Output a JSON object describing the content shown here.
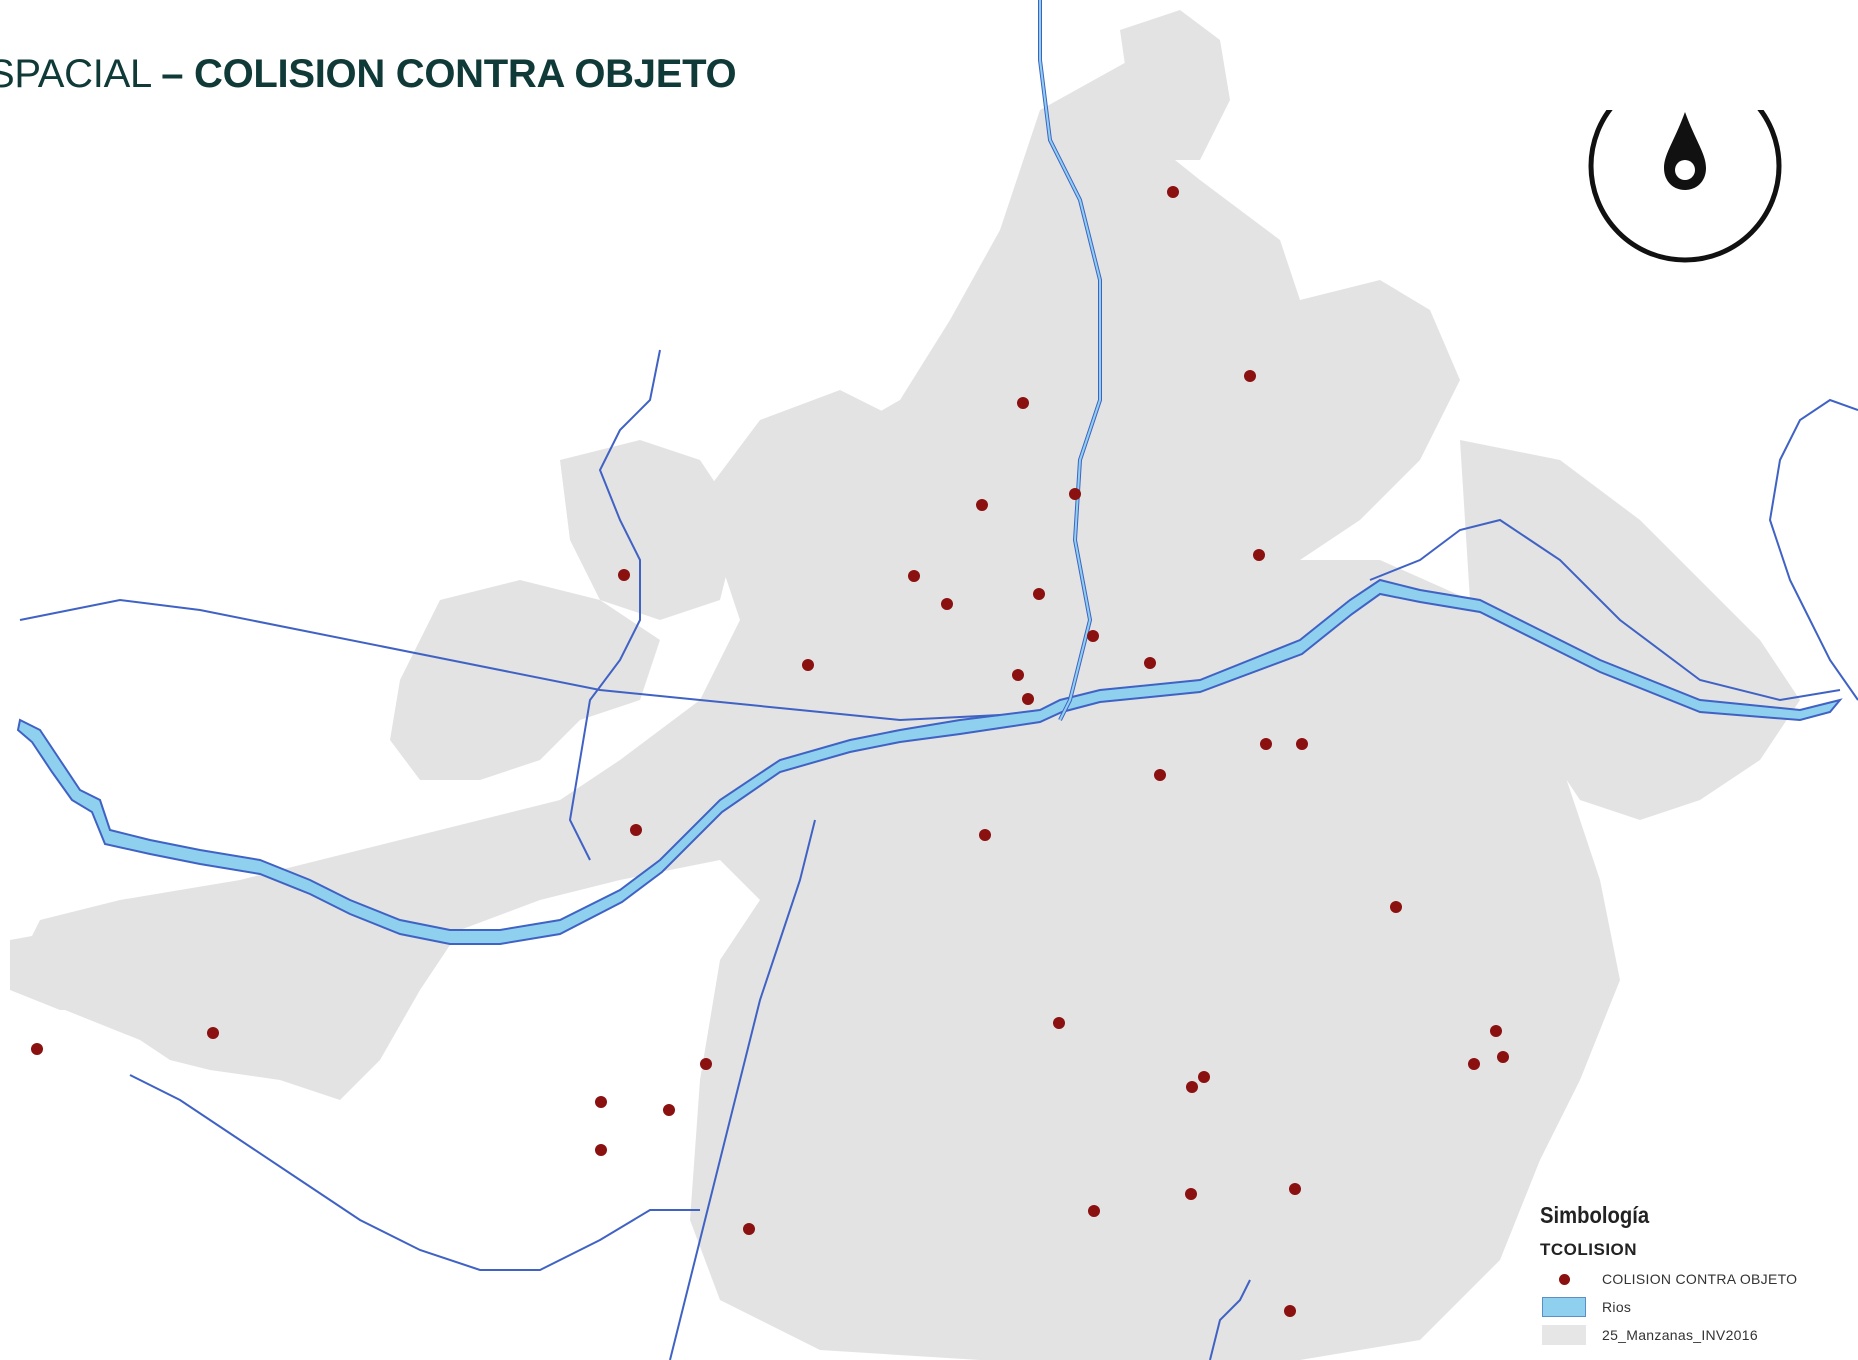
{
  "title": {
    "prefix": "SPACIAL ",
    "bold": "– COLISION CONTRA OBJETO"
  },
  "colors": {
    "city_blocks": "#e3e3e3",
    "rivers_fill": "#8fd0ee",
    "rivers_line": "#3f62c4",
    "collision_points": "#8b1010",
    "title": "#0f3a37"
  },
  "icons": {
    "north_arrow": "north-arrow-icon"
  },
  "legend": {
    "title": "Simbología",
    "group": "TCOLISION",
    "items": [
      {
        "label": "COLISION CONTRA OBJETO",
        "symbol": "dot"
      },
      {
        "label": "Rios",
        "symbol": "river"
      },
      {
        "label": "25_Manzanas_INV2016",
        "symbol": "block"
      }
    ]
  }
}
